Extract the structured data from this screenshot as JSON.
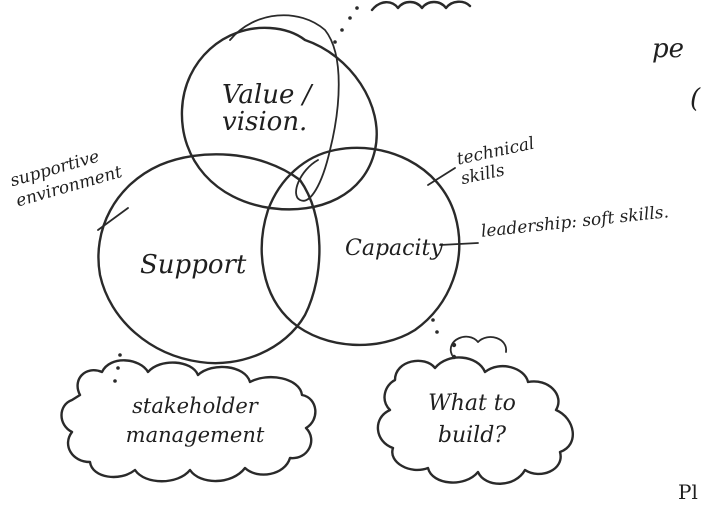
{
  "circles": {
    "value": {
      "label": "Value / vision."
    },
    "support": {
      "label": "Support"
    },
    "capacity": {
      "label": "Capacity"
    }
  },
  "annotations": {
    "supportive_environment": "supportive environment",
    "technical_skills": "technical skills",
    "leadership_soft_skills": "leadership: soft skills.",
    "stakeholder_management": "stakeholder management",
    "what_to_build": "What to build?"
  },
  "cropped_text": {
    "top_right": "pe",
    "right_edge": "(",
    "bottom_right": "Pl"
  }
}
